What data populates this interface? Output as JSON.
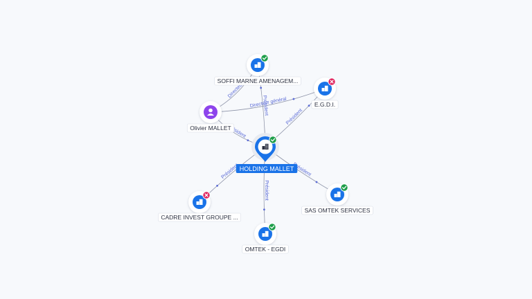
{
  "center": {
    "label": "HOLDING MALLET",
    "status": "active",
    "icon": "company-icon"
  },
  "nodes": [
    {
      "id": "soffi",
      "label": "SOFFI MARNE AMENAGEM...",
      "type": "company",
      "status": "active"
    },
    {
      "id": "egdi",
      "label": "E.G.D.I.",
      "type": "company",
      "status": "closed"
    },
    {
      "id": "olivier",
      "label": "Olivier MALLET",
      "type": "person"
    },
    {
      "id": "sasomtek",
      "label": "SAS OMTEK SERVICES",
      "type": "company",
      "status": "active"
    },
    {
      "id": "cadre",
      "label": "CADRE INVEST GROUPE ...",
      "type": "company",
      "status": "closed"
    },
    {
      "id": "omtekegdi",
      "label": "OMTEK - EGDI",
      "type": "company",
      "status": "active"
    }
  ],
  "edges": [
    {
      "from": "center",
      "to": "soffi",
      "label": "Président"
    },
    {
      "from": "center",
      "to": "egdi",
      "label": "Président"
    },
    {
      "from": "center",
      "to": "sasomtek",
      "label": "Président"
    },
    {
      "from": "center",
      "to": "cadre",
      "label": "Président"
    },
    {
      "from": "center",
      "to": "omtekegdi",
      "label": "Président"
    },
    {
      "from": "olivier",
      "to": "center",
      "label": "Président"
    },
    {
      "from": "olivier",
      "to": "egdi",
      "label": "Directeur général"
    },
    {
      "from": "olivier",
      "to": "soffi",
      "label": "Directeur"
    }
  ],
  "colors": {
    "accent": "#1a73e8",
    "node_fill": "#1a73e8",
    "person_fill": "#8e44ec",
    "active_badge": "#1e9e4a",
    "closed_badge": "#e0245e",
    "edge": "#8d93a8",
    "edge_label": "#5b6bd6"
  }
}
